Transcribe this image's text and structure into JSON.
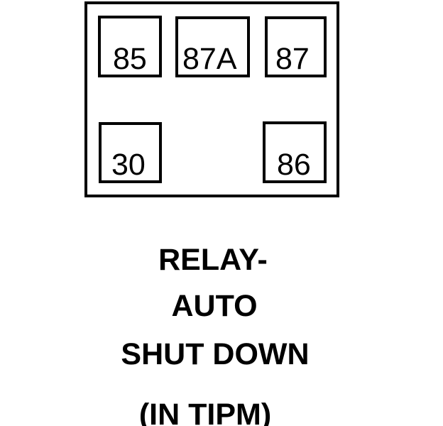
{
  "relay": {
    "pins": [
      {
        "label": "85"
      },
      {
        "label": "87A"
      },
      {
        "label": "87"
      },
      {
        "label": "30"
      },
      {
        "label": "86"
      }
    ]
  },
  "caption": {
    "lines": [
      "RELAY-",
      "AUTO",
      "SHUT DOWN",
      "(IN TIPM)"
    ]
  },
  "colors": {
    "line": "#000000",
    "background": "#ffffff",
    "text": "#000000"
  }
}
